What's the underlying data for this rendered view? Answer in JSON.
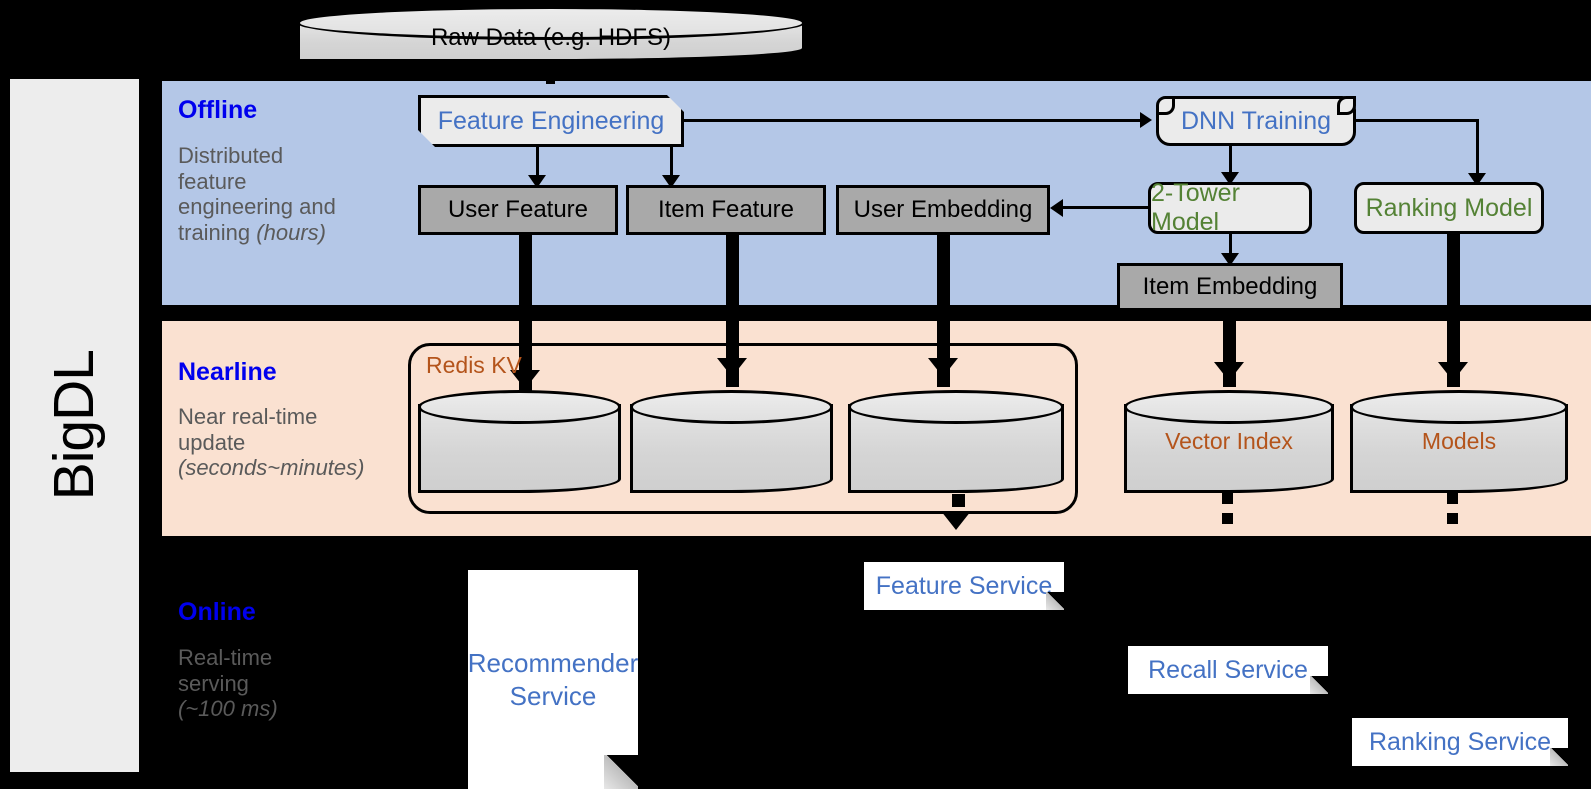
{
  "framework": {
    "name": "BigDL"
  },
  "source": {
    "label": "Raw Data (e.g. HDFS)"
  },
  "bands": [
    {
      "id": "offline",
      "title": "Offline",
      "description_line1": "Distributed",
      "description_line2": "feature",
      "description_line3": "engineering and",
      "description_line4": "training ",
      "description_emphasis": "(hours)",
      "bg_color": "#b4c7e7",
      "title_color": "#0000ee"
    },
    {
      "id": "nearline",
      "title": "Nearline",
      "description_line1": "Near real-time",
      "description_line2": "update",
      "description_emphasis": "(seconds~minutes)",
      "bg_color": "#fae1d1",
      "title_color": "#0000ee"
    },
    {
      "id": "online",
      "title": "Online",
      "description_line1": "Real-time",
      "description_line2": "serving",
      "description_emphasis": "(~100 ms)",
      "bg_color": "#000000",
      "title_color": "#0000ee"
    }
  ],
  "offline": {
    "feature_engineering": "Feature Engineering",
    "dnn_training": "DNN Training",
    "user_feature": "User Feature",
    "item_feature": "Item Feature",
    "user_embedding": "User Embedding",
    "two_tower_model": "2-Tower Model",
    "ranking_model": "Ranking Model",
    "item_embedding": "Item Embedding"
  },
  "nearline": {
    "redis_label": "Redis KV",
    "store_user_feature": "",
    "store_item_feature": "",
    "store_user_embedding": "",
    "vector_index": "Vector Index",
    "models": "Models"
  },
  "online": {
    "recommender_service": "Recommender Service",
    "feature_service": "Feature Service",
    "recall_service": "Recall Service",
    "ranking_service": "Ranking Service"
  },
  "colors": {
    "offline_band": "#b4c7e7",
    "nearline_band": "#fae1d1",
    "online_band": "#000000",
    "band_title": "#0000ee",
    "band_desc": "#5a5a5a",
    "model_green": "#548235",
    "service_blue": "#4472c4",
    "store_brown": "#b4541b",
    "data_box_gray": "#a9a9a9",
    "process_gray": "#ebebeb"
  }
}
